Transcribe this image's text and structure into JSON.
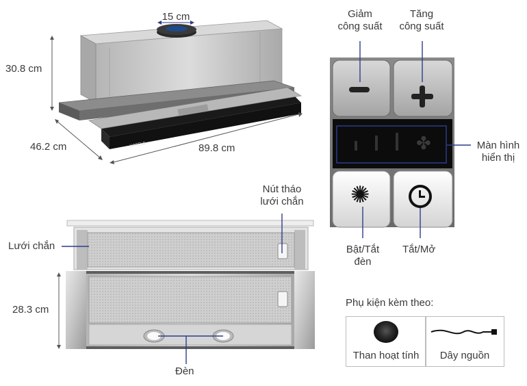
{
  "hood_top": {
    "duct_diameter": "15 cm",
    "height": "30.8 cm",
    "depth": "46.2 cm",
    "width": "89.8 cm",
    "brand": "HAFELE"
  },
  "controls": {
    "decrease_label_line1": "Giảm",
    "decrease_label_line2": "công suất",
    "increase_label_line1": "Tăng",
    "increase_label_line2": "công suất",
    "display_label_line1": "Màn hình",
    "display_label_line2": "hiển thị",
    "light_label_line1": "Bật/Tắt",
    "light_label_line2": "đèn",
    "power_label": "Tắt/Mở"
  },
  "hood_front": {
    "filter_release_line1": "Nút tháo",
    "filter_release_line2": "lưới chắn",
    "filter_label": "Lưới chắn",
    "height": "28.3 cm",
    "lights_label": "Đèn"
  },
  "accessories": {
    "title": "Phụ kiện kèm theo:",
    "items": [
      {
        "label": "Than hoạt tính",
        "icon": "carbon-filter-icon"
      },
      {
        "label": "Dây nguồn",
        "icon": "power-cord-icon"
      }
    ]
  },
  "colors": {
    "accent_line": "#2d3c8c",
    "dimension_line": "#555555"
  }
}
